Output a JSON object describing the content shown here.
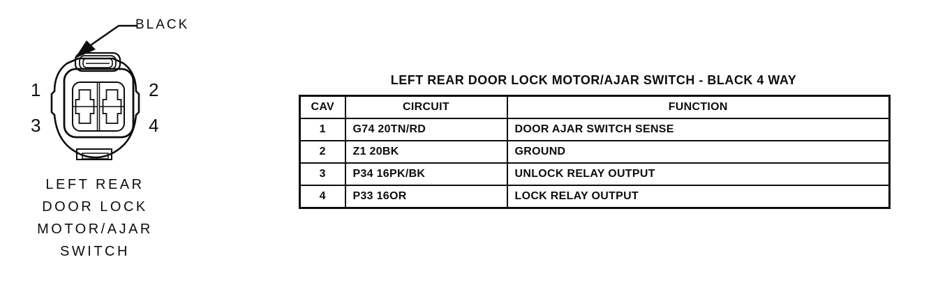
{
  "figure": {
    "connector_color_label": "BLACK",
    "pins": [
      {
        "number": "1"
      },
      {
        "number": "2"
      },
      {
        "number": "3"
      },
      {
        "number": "4"
      }
    ],
    "caption_lines": [
      "LEFT REAR",
      "DOOR LOCK",
      "MOTOR/AJAR",
      "SWITCH"
    ]
  },
  "table": {
    "title": "LEFT REAR DOOR LOCK MOTOR/AJAR SWITCH - BLACK 4 WAY",
    "columns": [
      "CAV",
      "CIRCUIT",
      "FUNCTION"
    ],
    "rows": [
      {
        "cav": "1",
        "circuit": "G74 20TN/RD",
        "function": "DOOR AJAR SWITCH SENSE"
      },
      {
        "cav": "2",
        "circuit": "Z1 20BK",
        "function": "GROUND"
      },
      {
        "cav": "3",
        "circuit": "P34 16PK/BK",
        "function": "UNLOCK RELAY OUTPUT"
      },
      {
        "cav": "4",
        "circuit": "P33 16OR",
        "function": "LOCK RELAY OUTPUT"
      }
    ]
  },
  "colors": {
    "ink": "#0d0d0d",
    "paper": "#ffffff"
  }
}
